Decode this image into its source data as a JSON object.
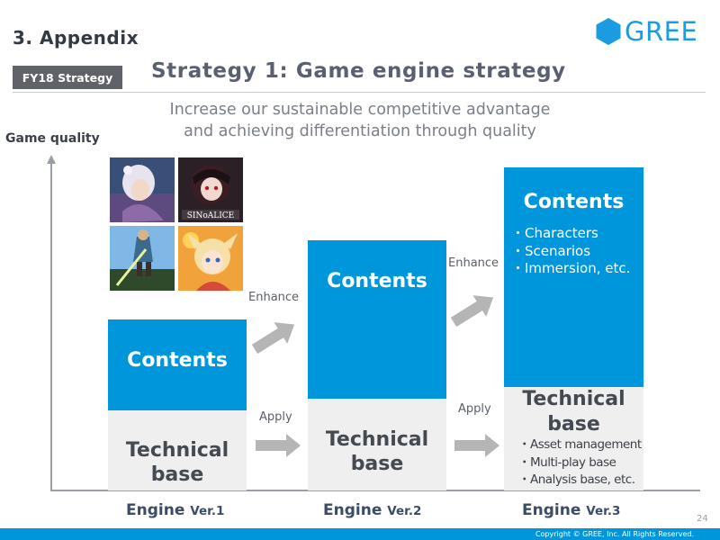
{
  "header": {
    "section": "3. Appendix",
    "logo_text": "GREE",
    "tag": "FY18 Strategy",
    "title": "Strategy 1: Game engine strategy",
    "subtitle_lines": [
      "Increase our sustainable competitive advantage",
      "and achieving differentiation through quality"
    ]
  },
  "axis": {
    "y_label": "Game quality"
  },
  "stages": [
    {
      "contents_label": "Contents",
      "technical_label": "Technical base",
      "engine_label": "Engine",
      "engine_version": "Ver.1"
    },
    {
      "contents_label": "Contents",
      "technical_label": "Technical base",
      "engine_label": "Engine",
      "engine_version": "Ver.2"
    },
    {
      "contents_label": "Contents",
      "technical_label": "Technical base",
      "engine_label": "Engine",
      "engine_version": "Ver.3",
      "contents_bullets": [
        "・Characters",
        "・Scenarios",
        "・Immersion, etc."
      ],
      "technical_bullets": [
        "・Asset management",
        "・Multi-play base",
        "・Analysis base, etc."
      ]
    }
  ],
  "arrows": {
    "enhance_label": "Enhance",
    "apply_label": "Apply"
  },
  "game_art": [
    "game-art-heroine-icon",
    "game-art-sinoalice-icon",
    "game-art-warrior-icon",
    "game-art-anime-girl-icon"
  ],
  "game_art_caption": "SINoALICE",
  "footer": {
    "page_number": "24",
    "copyright": "Copyright © GREE, Inc. All Rights Reserved."
  },
  "colors": {
    "brand_blue": "#0096dc",
    "tech_grey": "#efefef",
    "tag_grey": "#5f6268",
    "arrow_grey": "#b5b5b5"
  }
}
